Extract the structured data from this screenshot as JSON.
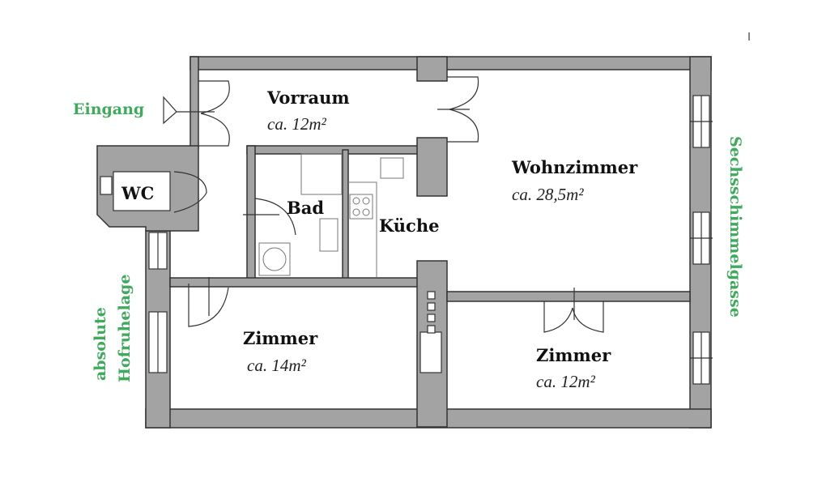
{
  "rooms": {
    "vorraum": {
      "name": "Vorraum",
      "area": "ca. 12m²"
    },
    "wc": {
      "name": "WC"
    },
    "bad": {
      "name": "Bad"
    },
    "kueche": {
      "name": "Küche"
    },
    "wohnzimmer": {
      "name": "Wohnzimmer",
      "area": "ca. 28,5m²"
    },
    "zimmer_left": {
      "name": "Zimmer",
      "area": "ca. 14m²"
    },
    "zimmer_right": {
      "name": "Zimmer",
      "area": "ca. 12m²"
    }
  },
  "labels": {
    "entrance": "Eingang",
    "street": "Sechsschimmelgasse",
    "courtyard_line1": "absolute",
    "courtyard_line2": "Hofruhelage"
  },
  "colors": {
    "wall": "#a3a3a3",
    "label_green": "#3daa5c"
  }
}
